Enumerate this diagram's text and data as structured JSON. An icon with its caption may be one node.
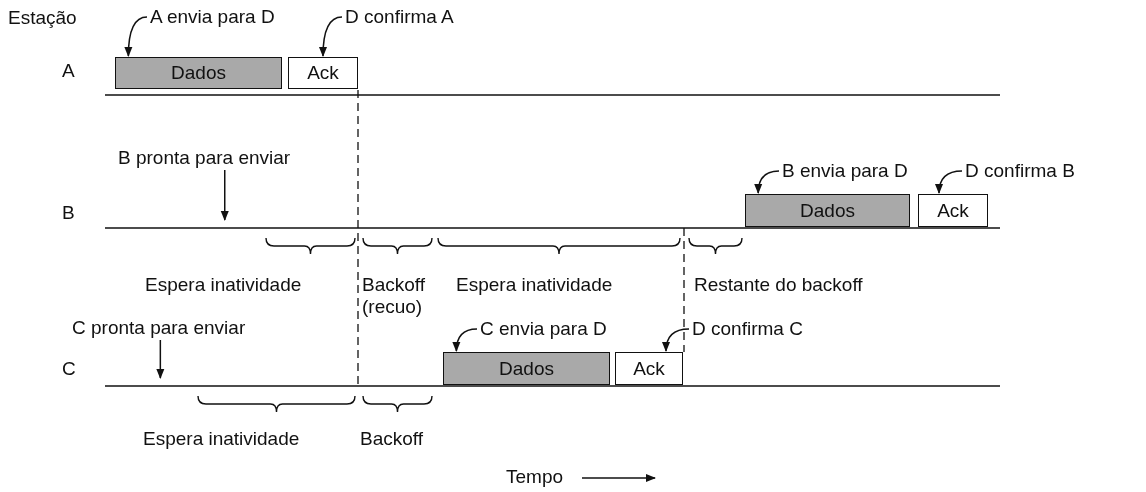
{
  "diagram": {
    "nodes": [
      {
        "text": [
          "Dados"
        ]
      },
      {
        "text": [
          "Ack"
        ]
      },
      {
        "text": [
          "A envia para D"
        ]
      },
      {
        "text": [
          "D confirma A"
        ]
      },
      {
        "text": [
          "Dados"
        ]
      },
      {
        "text": [
          "Ack"
        ]
      },
      {
        "text": [
          "B envia para D"
        ]
      },
      {
        "text": [
          "D confirma B"
        ]
      },
      {
        "text": [
          "Dados"
        ]
      },
      {
        "text": [
          "Ack"
        ]
      },
      {
        "text": [
          "C envia para D"
        ]
      },
      {
        "text": [
          "D confirma C"
        ]
      },
      {
        "text": [
          "B pronta para enviar"
        ]
      },
      {
        "text": [
          "C pronta para enviar"
        ]
      }
    ],
    "edges": [
      {
        "from": 2,
        "to": 0,
        "arrow": "to"
      },
      {
        "from": 3,
        "to": 1,
        "arrow": "to"
      },
      {
        "from": 6,
        "to": 4,
        "arrow": "to"
      },
      {
        "from": 7,
        "to": 5,
        "arrow": "to"
      },
      {
        "from": 10,
        "to": 8,
        "arrow": "to"
      },
      {
        "from": 11,
        "to": 9,
        "arrow": "to"
      },
      {
        "from": 12,
        "to": null,
        "arrow": "to"
      },
      {
        "from": 13,
        "to": null,
        "arrow": "to"
      }
    ],
    "labels": [
      "Estação",
      "A",
      "B",
      "Espera inatividade",
      "Backoff (recuo)",
      "Espera inatividade",
      "Restante do backoff",
      "C",
      "Espera inatividade",
      "Backoff",
      "Tempo"
    ]
  }
}
